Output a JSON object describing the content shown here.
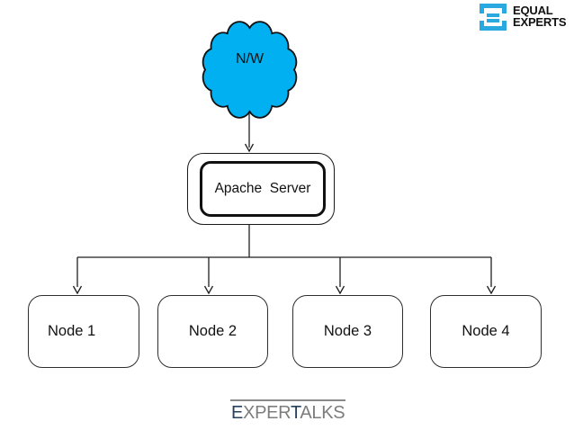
{
  "header": {
    "brand_line1": "EQUAL",
    "brand_line2": "EXPERTS",
    "brand_color": "#29A9E0"
  },
  "diagram": {
    "cloud_label": "N/W",
    "cloud_fill": "#00B0F0",
    "server_label": "Apache  Server",
    "nodes": [
      {
        "label": "Node 1"
      },
      {
        "label": "Node 2"
      },
      {
        "label": "Node 3"
      },
      {
        "label": "Node 4"
      }
    ]
  },
  "footer": {
    "wordmark": "EXPERTALKS",
    "segments": [
      {
        "text": "E",
        "color": "#26405E"
      },
      {
        "text": "XPER",
        "color": "#7D7D7D"
      },
      {
        "text": "T",
        "color": "#26405E"
      },
      {
        "text": "ALKS",
        "color": "#7D7D7D"
      }
    ],
    "rule_color": "#8A8A8A"
  }
}
